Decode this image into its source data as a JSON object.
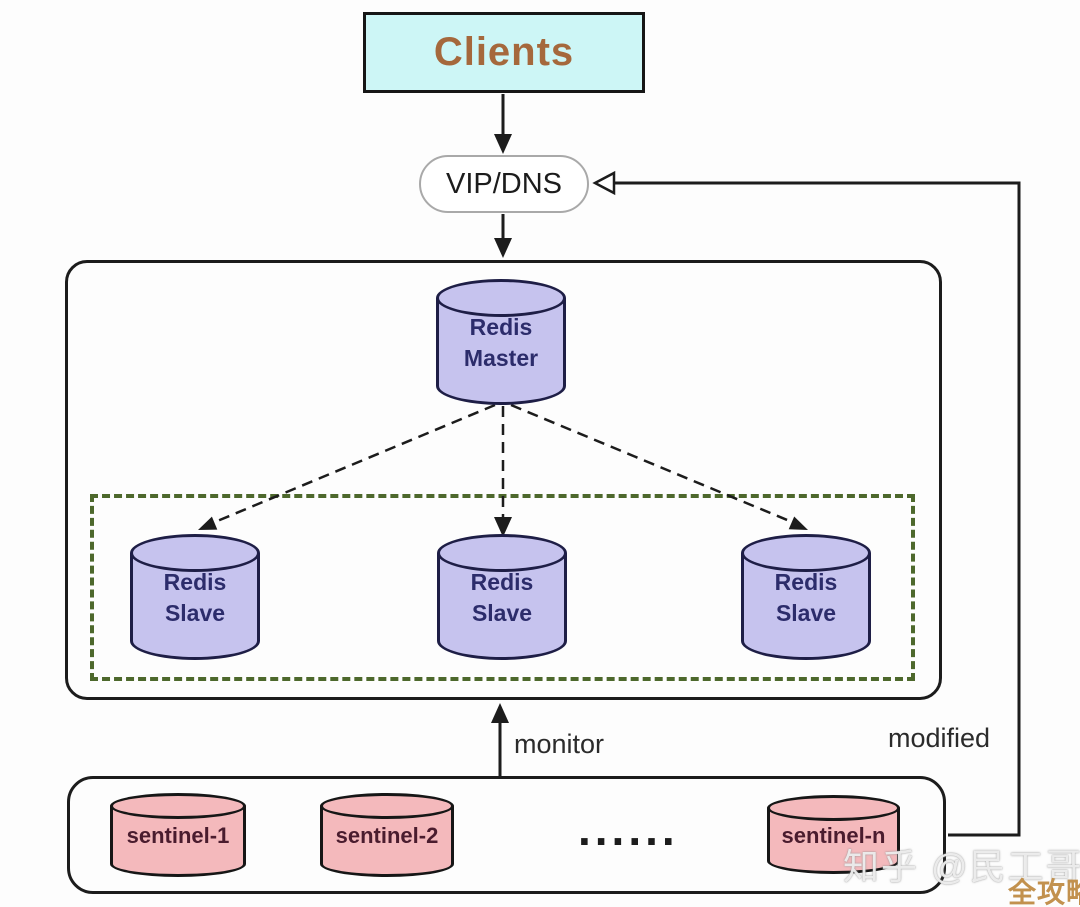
{
  "diagram": {
    "clients": {
      "label": "Clients"
    },
    "vip": {
      "label": "VIP/DNS"
    },
    "master": {
      "label": "Redis\nMaster"
    },
    "slaves": [
      {
        "label": "Redis\nSlave"
      },
      {
        "label": "Redis\nSlave"
      },
      {
        "label": "Redis\nSlave"
      }
    ],
    "sentinels": [
      {
        "label": "sentinel-1"
      },
      {
        "label": "sentinel-2"
      },
      {
        "label": "sentinel-n"
      }
    ],
    "ellipsis": "......",
    "edge_labels": {
      "monitor": "monitor",
      "modified": "modified"
    }
  },
  "watermark": {
    "brand": "知乎 @民工哥",
    "badge": "全攻略"
  },
  "colors": {
    "clients_fill": "#cdf6f6",
    "clients_text": "#a5683c",
    "redis_node_fill": "#c6c3ee",
    "redis_node_border": "#1e1e46",
    "redis_node_text": "#2c2c6b",
    "sentinel_fill": "#f4b9bc",
    "sentinel_text": "#4a1c2e",
    "dashed_group_border": "#4d682c",
    "connector": "#1c1c1c",
    "watermark_badge": "#c2914e"
  }
}
